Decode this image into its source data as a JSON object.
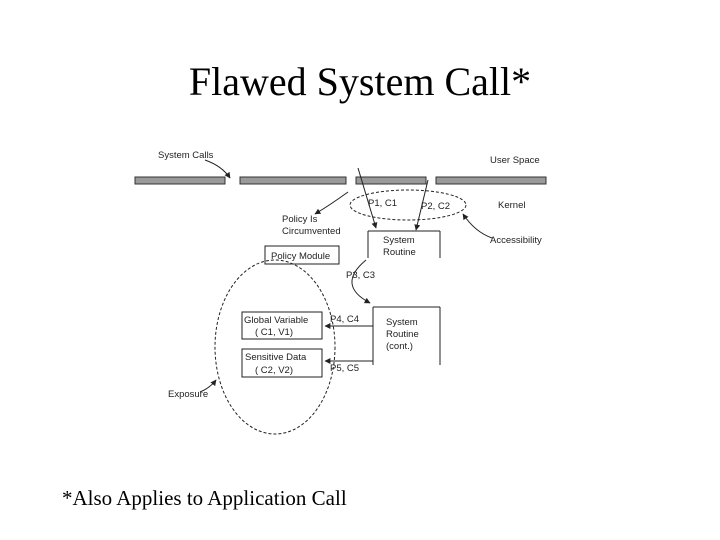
{
  "title": "Flawed System Call*",
  "footnote": "*Also Applies to Application Call",
  "diagram": {
    "system_calls": "System Calls",
    "user_space": "User Space",
    "kernel": "Kernel",
    "p1c1": "P1, C1",
    "p2c2": "P2, C2",
    "policy_circumvented_1": "Policy Is",
    "policy_circumvented_2": "Circumvented",
    "accessibility": "Accessibility",
    "system_routine_1": "System",
    "system_routine_2": "Routine",
    "policy_module": "Policy Module",
    "p3c3": "P3, C3",
    "global_variable_1": "Global Variable",
    "global_variable_2": "( C1, V1)",
    "p4c4": "P4, C4",
    "system_routine_cont_1": "System",
    "system_routine_cont_2": "Routine",
    "system_routine_cont_3": "(cont.)",
    "sensitive_data_1": "Sensitive Data",
    "sensitive_data_2": "( C2, V2)",
    "p5c5": "P5, C5",
    "exposure": "Exposure"
  }
}
